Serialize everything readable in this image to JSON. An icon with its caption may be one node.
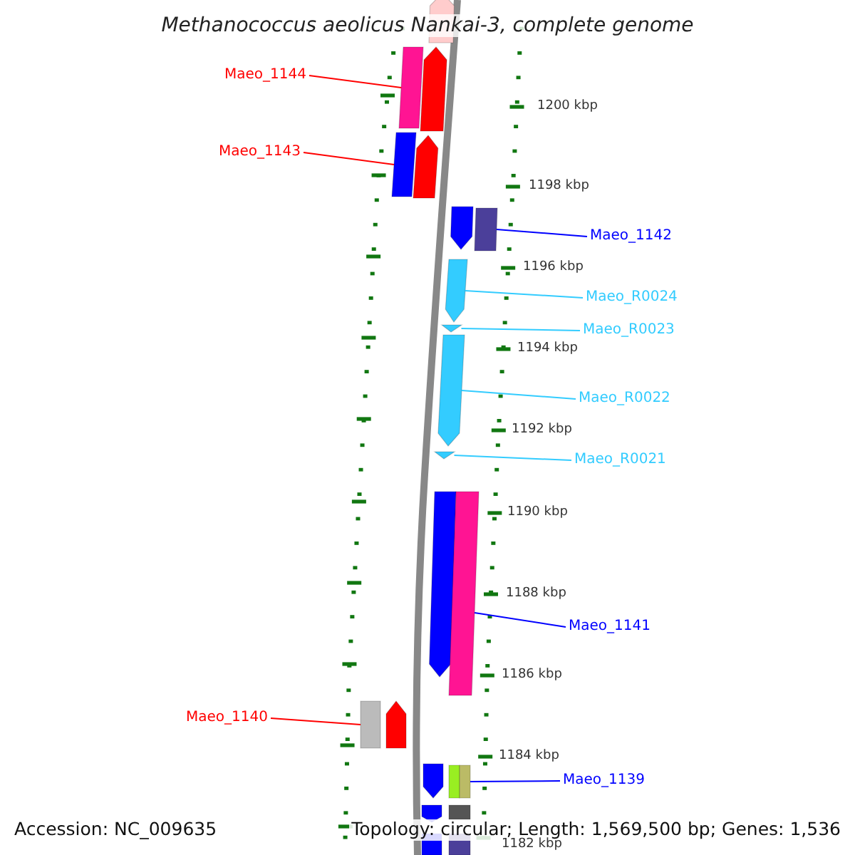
{
  "diagram": {
    "title": "Methanococcus aeolicus Nankai-3, complete genome",
    "nodes": [
      {
        "text": [
          "Maeo_1144"
        ]
      },
      {
        "text": [],
        "shape": "bar"
      },
      {
        "text": [
          "Maeo_1143"
        ]
      },
      {
        "text": [],
        "shape": "bar"
      },
      {
        "text": [
          "Maeo_1142"
        ]
      },
      {
        "text": [],
        "shape": "bar"
      },
      {
        "text": [
          "Maeo_R0024"
        ]
      },
      {
        "text": [],
        "shape": "arrow"
      },
      {
        "text": [
          "Maeo_R0023"
        ]
      },
      {
        "text": [],
        "shape": "triangle"
      },
      {
        "text": [
          "Maeo_R0022"
        ]
      },
      {
        "text": [],
        "shape": "arrow"
      },
      {
        "text": [
          "Maeo_R0021"
        ]
      },
      {
        "text": [],
        "shape": "triangle"
      },
      {
        "text": [
          "Maeo_1141"
        ]
      },
      {
        "text": [],
        "shape": "bar"
      },
      {
        "text": [
          "Maeo_1140"
        ]
      },
      {
        "text": [],
        "shape": "bar"
      },
      {
        "text": [
          "Maeo_1139"
        ]
      },
      {
        "text": [],
        "shape": "bar"
      }
    ],
    "edges": [
      {
        "from": 0,
        "to": 1,
        "arrow": "none",
        "color": "#ff0000"
      },
      {
        "from": 2,
        "to": 3,
        "arrow": "none",
        "color": "#ff0000"
      },
      {
        "from": 4,
        "to": 5,
        "arrow": "none",
        "color": "#0000ff"
      },
      {
        "from": 6,
        "to": 7,
        "arrow": "none",
        "color": "#33ccff"
      },
      {
        "from": 8,
        "to": 9,
        "arrow": "none",
        "color": "#33ccff"
      },
      {
        "from": 10,
        "to": 11,
        "arrow": "none",
        "color": "#33ccff"
      },
      {
        "from": 12,
        "to": 13,
        "arrow": "none",
        "color": "#33ccff"
      },
      {
        "from": 14,
        "to": 15,
        "arrow": "none",
        "color": "#0000ff"
      },
      {
        "from": 16,
        "to": 17,
        "arrow": "none",
        "color": "#ff0000"
      },
      {
        "from": 18,
        "to": 19,
        "arrow": "none",
        "color": "#0000ff"
      }
    ],
    "labels": [
      "1200 kbp",
      "1198 kbp",
      "1196 kbp",
      "1194 kbp",
      "1192 kbp",
      "1190 kbp",
      "1188 kbp",
      "1186 kbp",
      "1184 kbp",
      "Accession: NC_009635",
      "Topology: circular; Length: 1,569,500 bp; Genes: 1,536",
      "1182 kbp"
    ]
  }
}
